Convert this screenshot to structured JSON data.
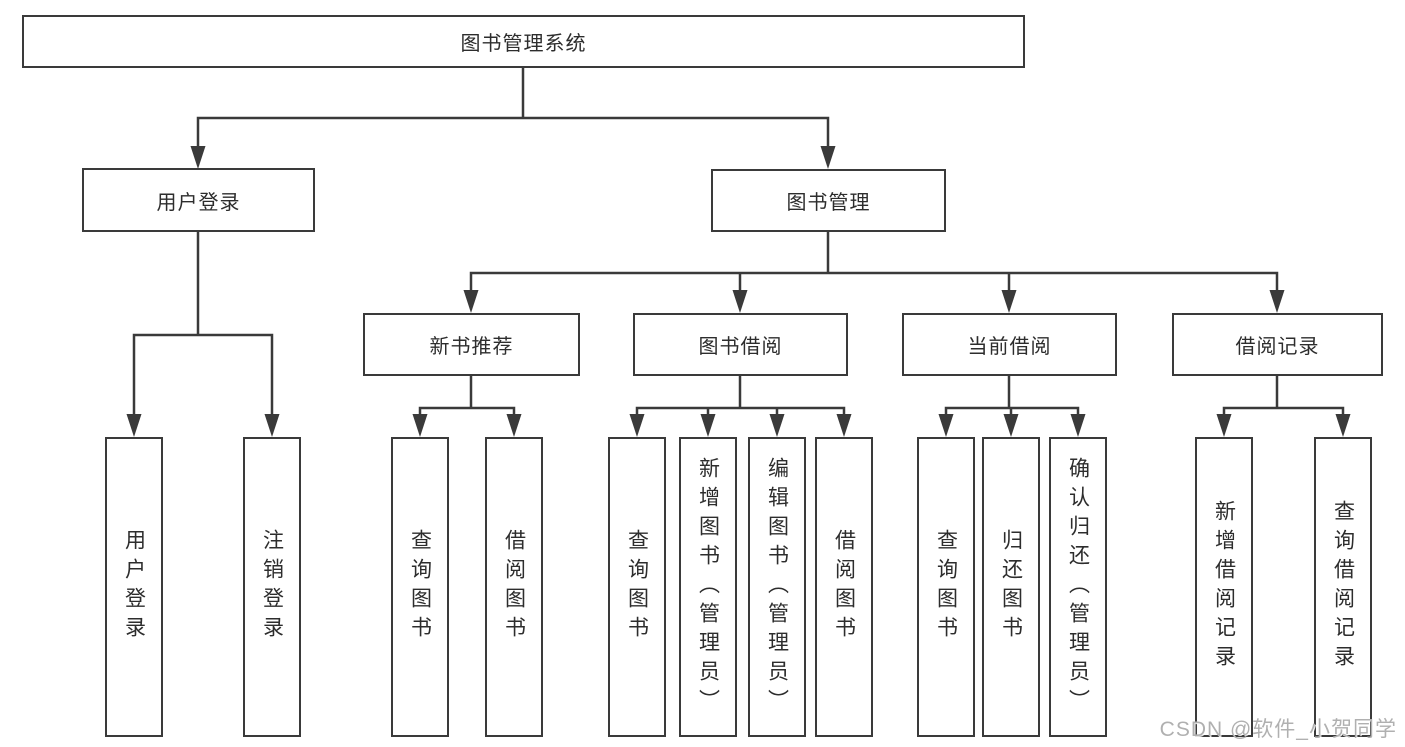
{
  "diagram": {
    "title": "图书管理系统",
    "root": {
      "label": "图书管理系统"
    },
    "level1": [
      {
        "label": "用户登录"
      },
      {
        "label": "图书管理"
      }
    ],
    "level2": [
      {
        "label": "新书推荐",
        "parent": "图书管理"
      },
      {
        "label": "图书借阅",
        "parent": "图书管理"
      },
      {
        "label": "当前借阅",
        "parent": "图书管理"
      },
      {
        "label": "借阅记录",
        "parent": "图书管理"
      }
    ],
    "level3": [
      {
        "label": "用户登录",
        "parent": "用户登录"
      },
      {
        "label": "注销登录",
        "parent": "用户登录"
      },
      {
        "label": "查询图书",
        "parent": "新书推荐"
      },
      {
        "label": "借阅图书",
        "parent": "新书推荐"
      },
      {
        "label": "查询图书",
        "parent": "图书借阅"
      },
      {
        "label": "新增图书（管理员）",
        "parent": "图书借阅"
      },
      {
        "label": "编辑图书（管理员）",
        "parent": "图书借阅"
      },
      {
        "label": "借阅图书",
        "parent": "图书借阅"
      },
      {
        "label": "查询图书",
        "parent": "当前借阅"
      },
      {
        "label": "归还图书",
        "parent": "当前借阅"
      },
      {
        "label": "确认归还（管理员）",
        "parent": "当前借阅"
      },
      {
        "label": "新增借阅记录",
        "parent": "借阅记录"
      },
      {
        "label": "查询借阅记录",
        "parent": "借阅记录"
      }
    ]
  },
  "watermark": {
    "text": "CSDN @软件_小贺同学"
  },
  "colors": {
    "line": "#3a3a3a",
    "text": "#2d2d2d",
    "background": "#ffffff",
    "watermark": "#b0b0b0"
  }
}
